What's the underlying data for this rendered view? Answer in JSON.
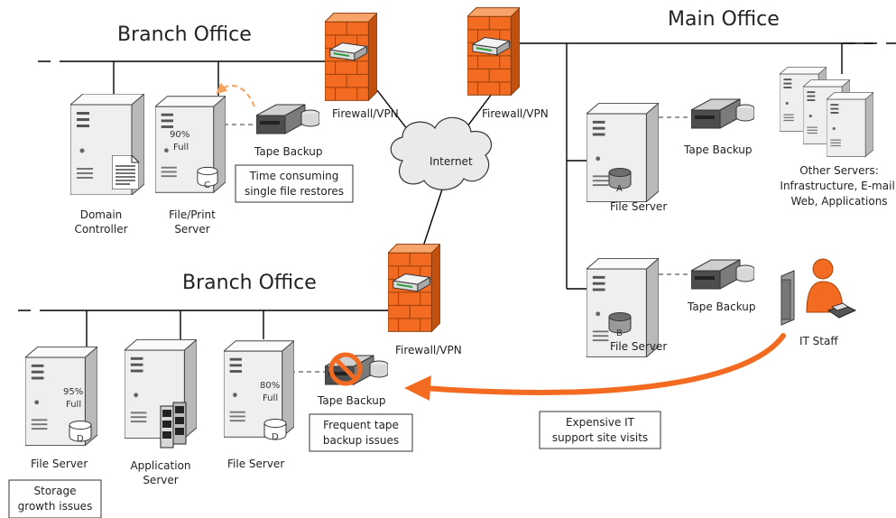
{
  "sites": {
    "branch_top": "Branch Office",
    "branch_bottom": "Branch Office",
    "main": "Main Office"
  },
  "firewall": {
    "top": "Firewall/VPN",
    "main": "Firewall/VPN",
    "bottom": "Firewall/VPN"
  },
  "cloud": {
    "label": "Internet"
  },
  "branch_top": {
    "domain_controller": [
      "Domain",
      "Controller"
    ],
    "file_print_server": [
      "File/Print",
      "Server"
    ],
    "usage": [
      "90%",
      "Full"
    ],
    "disk": "C",
    "tape": "Tape Backup",
    "callout": [
      "Time consuming",
      "single file restores"
    ]
  },
  "main": {
    "file_server_a": "File Server",
    "disk_a": "A",
    "tape_a": "Tape Backup",
    "file_server_b": "File Server",
    "disk_b": "B",
    "tape_b": "Tape Backup",
    "other_servers": [
      "Other Servers:",
      "Infrastructure, E-mail,",
      "Web, Applications"
    ],
    "it_staff": "IT Staff"
  },
  "branch_bottom": {
    "file_server_1": "File Server",
    "usage_1": [
      "95%",
      "Full"
    ],
    "disk_1": "D",
    "application_server": [
      "Application",
      "Server"
    ],
    "file_server_2": "File Server",
    "usage_2": [
      "80%",
      "Full"
    ],
    "disk_2": "D",
    "tape": "Tape Backup",
    "callout_tape": [
      "Frequent tape",
      "backup issues"
    ],
    "callout_storage": [
      "Storage",
      "growth issues"
    ]
  },
  "visit_callout": [
    "Expensive IT",
    "support site visits"
  ],
  "colors": {
    "firewall": "#f26b21",
    "arrow": "#f26b21",
    "server_body": "#f0f0f0",
    "server_side": "#c8c8c8",
    "line": "#000000"
  }
}
